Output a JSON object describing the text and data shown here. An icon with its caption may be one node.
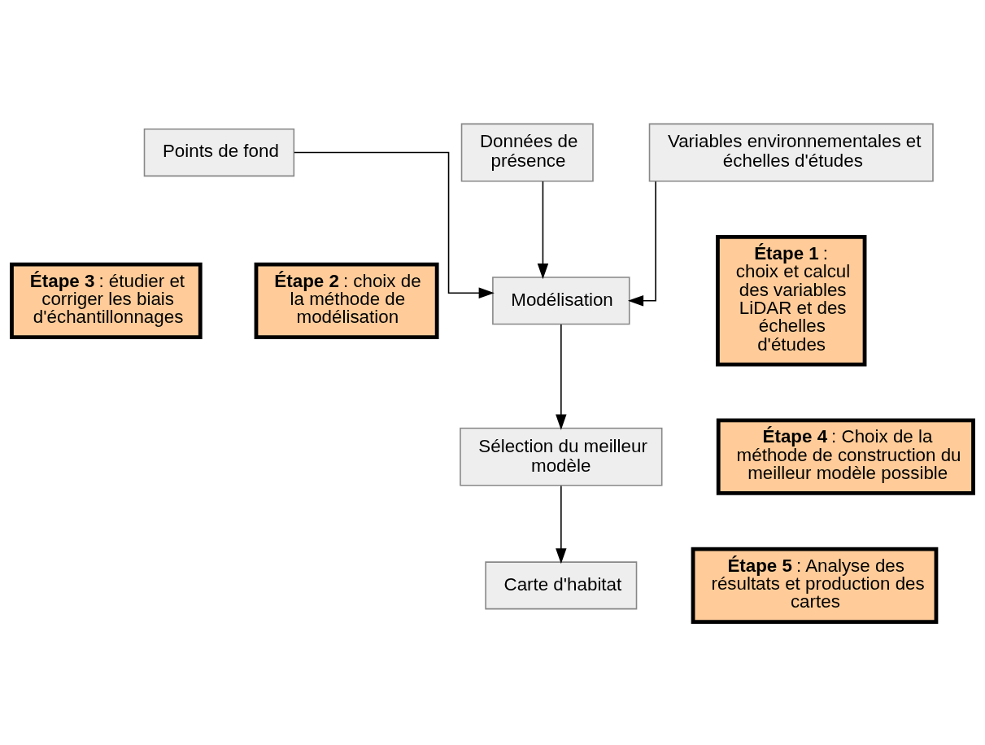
{
  "diagram": {
    "nodes": [
      {
        "text": [
          "Points de fond"
        ]
      },
      {
        "text": [
          "Données de présence"
        ]
      },
      {
        "text": [
          "Variables environnementales et échelles d'études"
        ]
      },
      {
        "text": [
          "**Étape 3** : étudier et corriger les biais d'échantillonnages"
        ]
      },
      {
        "text": [
          "**Étape 1** : choix et calcul des variables LiDAR et des échelles d'études"
        ]
      },
      {
        "text": [
          "**Étape 2** : choix de la méthode de modélisation"
        ]
      },
      {
        "text": [
          "Modélisation"
        ]
      },
      {
        "text": [
          "**Étape 4** : Choix de la méthode de construction du meilleur modèle possible"
        ]
      },
      {
        "text": [
          "Sélection du meilleur modèle"
        ]
      },
      {
        "text": [
          "Carte d'habitat"
        ]
      },
      {
        "text": [
          "**Étape 5** : Analyse des résultats et production des cartes"
        ]
      }
    ],
    "edges": [
      {
        "from": 0,
        "to": 6,
        "arrow": "to"
      },
      {
        "from": 1,
        "to": 6,
        "arrow": "to"
      },
      {
        "from": 2,
        "to": 6,
        "arrow": "to"
      },
      {
        "from": 6,
        "to": 8,
        "arrow": "to"
      },
      {
        "from": 8,
        "to": 9,
        "arrow": "to"
      }
    ]
  }
}
